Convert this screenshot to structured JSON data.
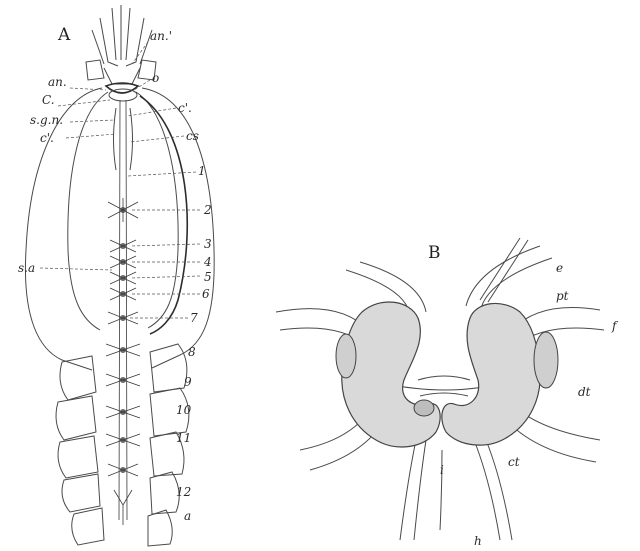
{
  "panel_a": {
    "panel_label": "A",
    "labels": {
      "an1": "an.'",
      "an": "an.",
      "o": "o",
      "C": "C.",
      "c1_right": "c'.",
      "sgn": "s.g.n.",
      "c1_left": "c'.",
      "cs": "cs",
      "sa": "s.a",
      "a": "a"
    },
    "ganglion_numbers": [
      "1",
      "2",
      "3",
      "4",
      "5",
      "6",
      "7",
      "8",
      "9",
      "10",
      "11",
      "12"
    ]
  },
  "panel_b": {
    "panel_label": "B",
    "labels": {
      "e": "e",
      "pt": "pt",
      "f": "f",
      "dt": "dt",
      "ct": "ct",
      "i": "i",
      "h": "h"
    }
  }
}
